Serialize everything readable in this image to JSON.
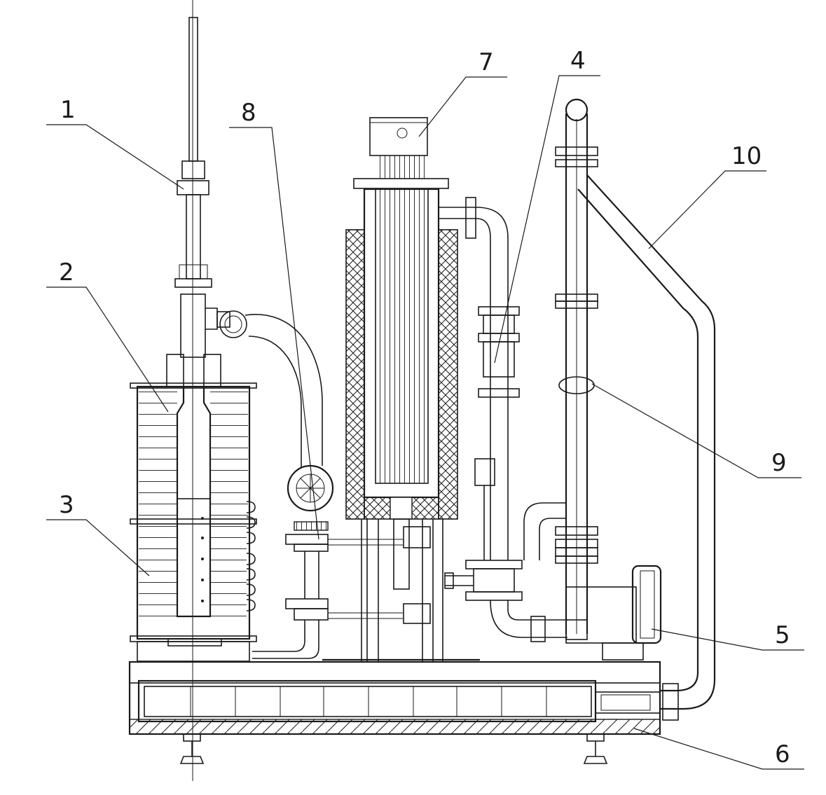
{
  "diagram": {
    "labels": [
      "1",
      "2",
      "3",
      "4",
      "5",
      "6",
      "7",
      "8",
      "9",
      "10"
    ]
  },
  "colors": {
    "line": "#1a1a1a",
    "background": "#ffffff"
  }
}
